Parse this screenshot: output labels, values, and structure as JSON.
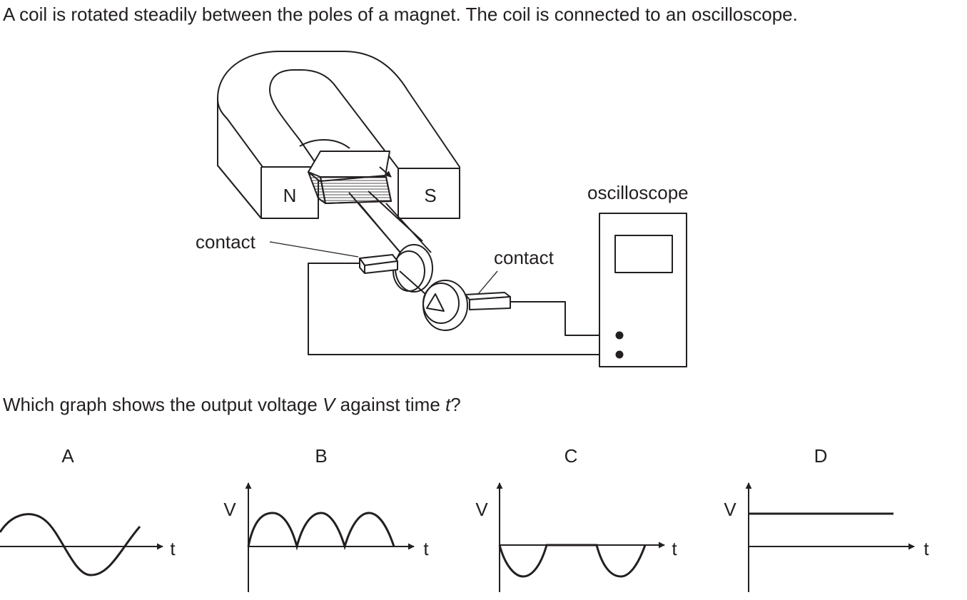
{
  "question": {
    "intro": "A coil is rotated steadily between the poles of a magnet. The coil is connected to an oscilloscope.",
    "prompt_start": "Which graph shows the output voltage ",
    "prompt_var_v": "V",
    "prompt_mid": " against time ",
    "prompt_var_t": "t",
    "prompt_end": "?"
  },
  "diagram": {
    "pole_north": "N",
    "pole_south": "S",
    "label_contact_left": "contact",
    "label_contact_right": "contact",
    "label_oscilloscope": "oscilloscope"
  },
  "options": [
    {
      "letter": "A",
      "y_label": "",
      "x_label": "t",
      "waveform": "sine"
    },
    {
      "letter": "B",
      "y_label": "V",
      "x_label": "t",
      "waveform": "rectified positive half-waves"
    },
    {
      "letter": "C",
      "y_label": "V",
      "x_label": "t",
      "waveform": "negative half-waves with gaps"
    },
    {
      "letter": "D",
      "y_label": "V",
      "x_label": "t",
      "waveform": "constant positive"
    }
  ],
  "colors": {
    "ink": "#231f20",
    "background": "#ffffff"
  }
}
